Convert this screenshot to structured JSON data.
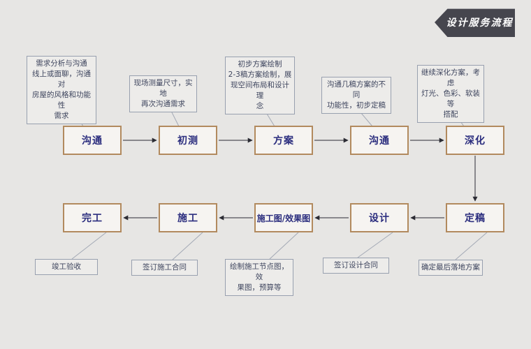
{
  "badge": {
    "label": "设计服务流程"
  },
  "colors": {
    "background": "#e7e6e4",
    "box_border": "#b28a5e",
    "box_fill": "#f6f4f1",
    "box_text": "#2b2d7e",
    "note_border": "#98a0af",
    "note_text": "#3e455e",
    "badge_bg": "#46464e",
    "badge_text": "#ffffff",
    "arrow": "#2b2b33",
    "connector": "#a3a9b5"
  },
  "flow": {
    "row1": [
      {
        "label": "沟通",
        "note": "需求分析与沟通\n线上或面聊，沟通对\n房屋的风格和功能性\n需求"
      },
      {
        "label": "初测",
        "note": "现场测量尺寸，实地\n再次沟通需求"
      },
      {
        "label": "方案",
        "note": "初步方案绘制\n2-3稿方案绘制，展\n现空间布局和设计理\n念"
      },
      {
        "label": "沟通",
        "note": "沟通几稿方案的不同\n功能性，初步定稿"
      },
      {
        "label": "深化",
        "note": "继续深化方案，考虑\n灯光、色彩、软装等\n搭配"
      }
    ],
    "row2": [
      {
        "label": "完工",
        "note": "竣工验收"
      },
      {
        "label": "施工",
        "note": "签订施工合同"
      },
      {
        "label": "施工图/效果图",
        "note": "绘制施工节点图，效\n果图，预算等"
      },
      {
        "label": "设计",
        "note": "签订设计合同"
      },
      {
        "label": "定稿",
        "note": "确定最后落地方案"
      }
    ]
  }
}
